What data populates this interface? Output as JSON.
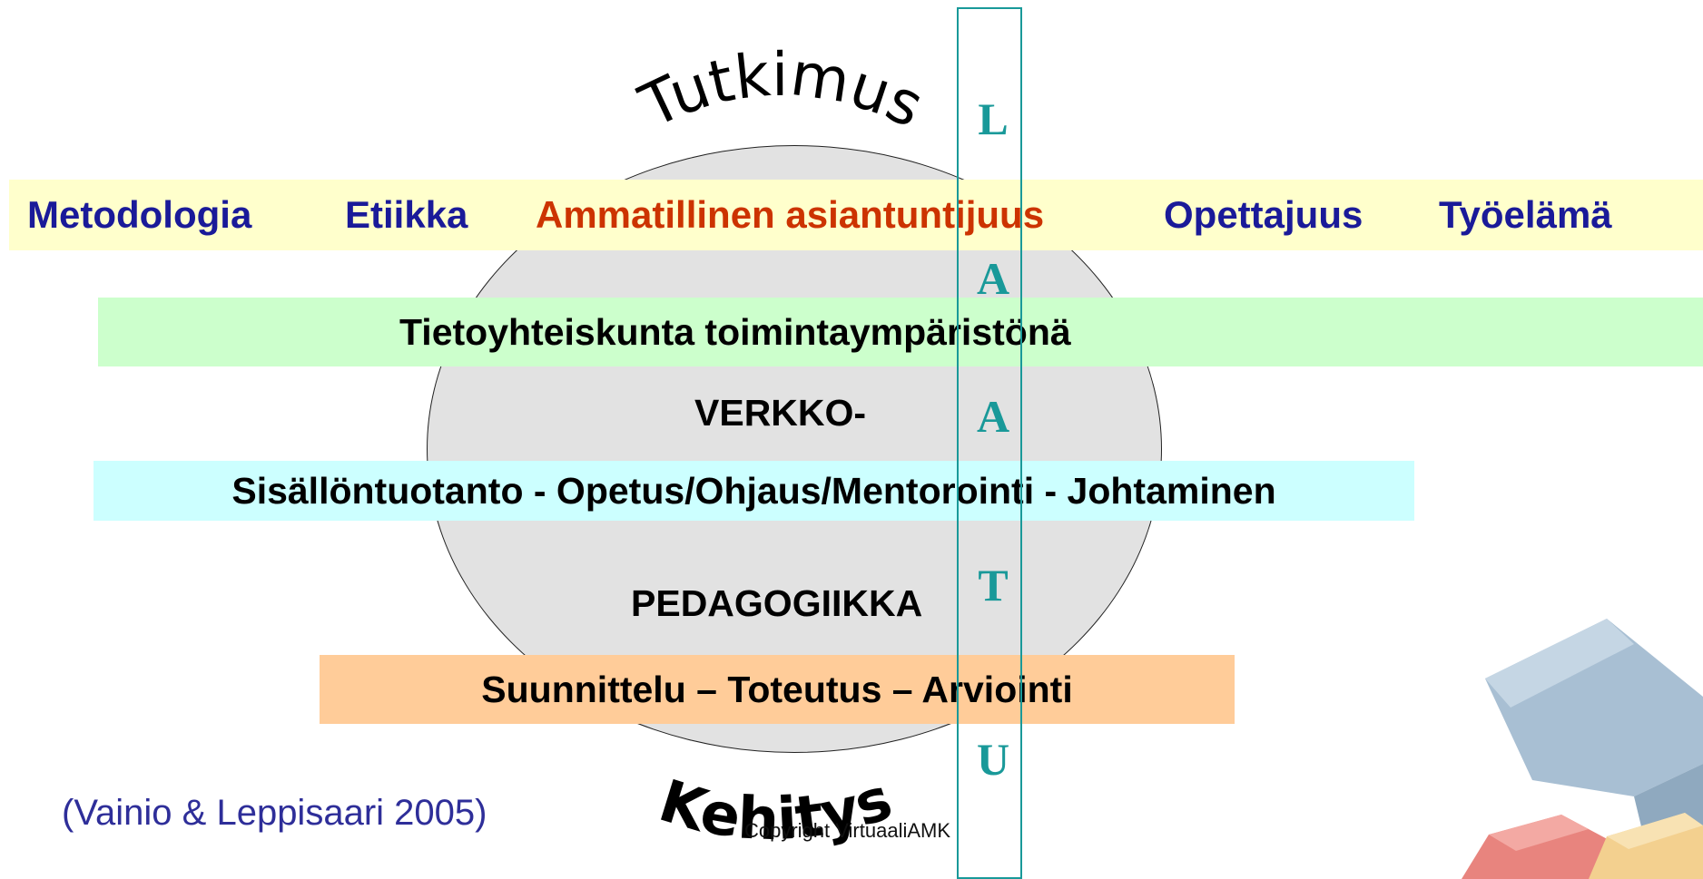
{
  "arcs": {
    "top": "Tutkimus",
    "bottom": "Kehitys"
  },
  "band_top": {
    "items": [
      "Metodologia",
      "Etiikka",
      "Ammatillinen asiantuntijuus",
      "Opettajuus",
      "Työelämä"
    ]
  },
  "band_green": "Tietoyhteiskunta toimintaympäristönä",
  "inner_top": "VERKKO-",
  "band_cyan": "Sisällöntuotanto - Opetus/Ohjaus/Mentorointi - Johtaminen",
  "inner_bottom": "PEDAGOGIIKKA",
  "band_orange": "Suunnittelu – Toteutus – Arviointi",
  "laatu": [
    "L",
    "A",
    "A",
    "T",
    "U"
  ],
  "citation": "(Vainio & Leppisaari 2005)",
  "copyright": "Copyright VirtuaaliAMK",
  "colors": {
    "band_top_bg": "#ffffcc",
    "band_green_bg": "#ccffcc",
    "band_cyan_bg": "#ccffff",
    "band_orange_bg": "#ffcc99",
    "navy_text": "#1a1a99",
    "accent_text": "#cc3300",
    "laatu_teal": "#199999",
    "oval_fill": "#e2e2e2"
  }
}
